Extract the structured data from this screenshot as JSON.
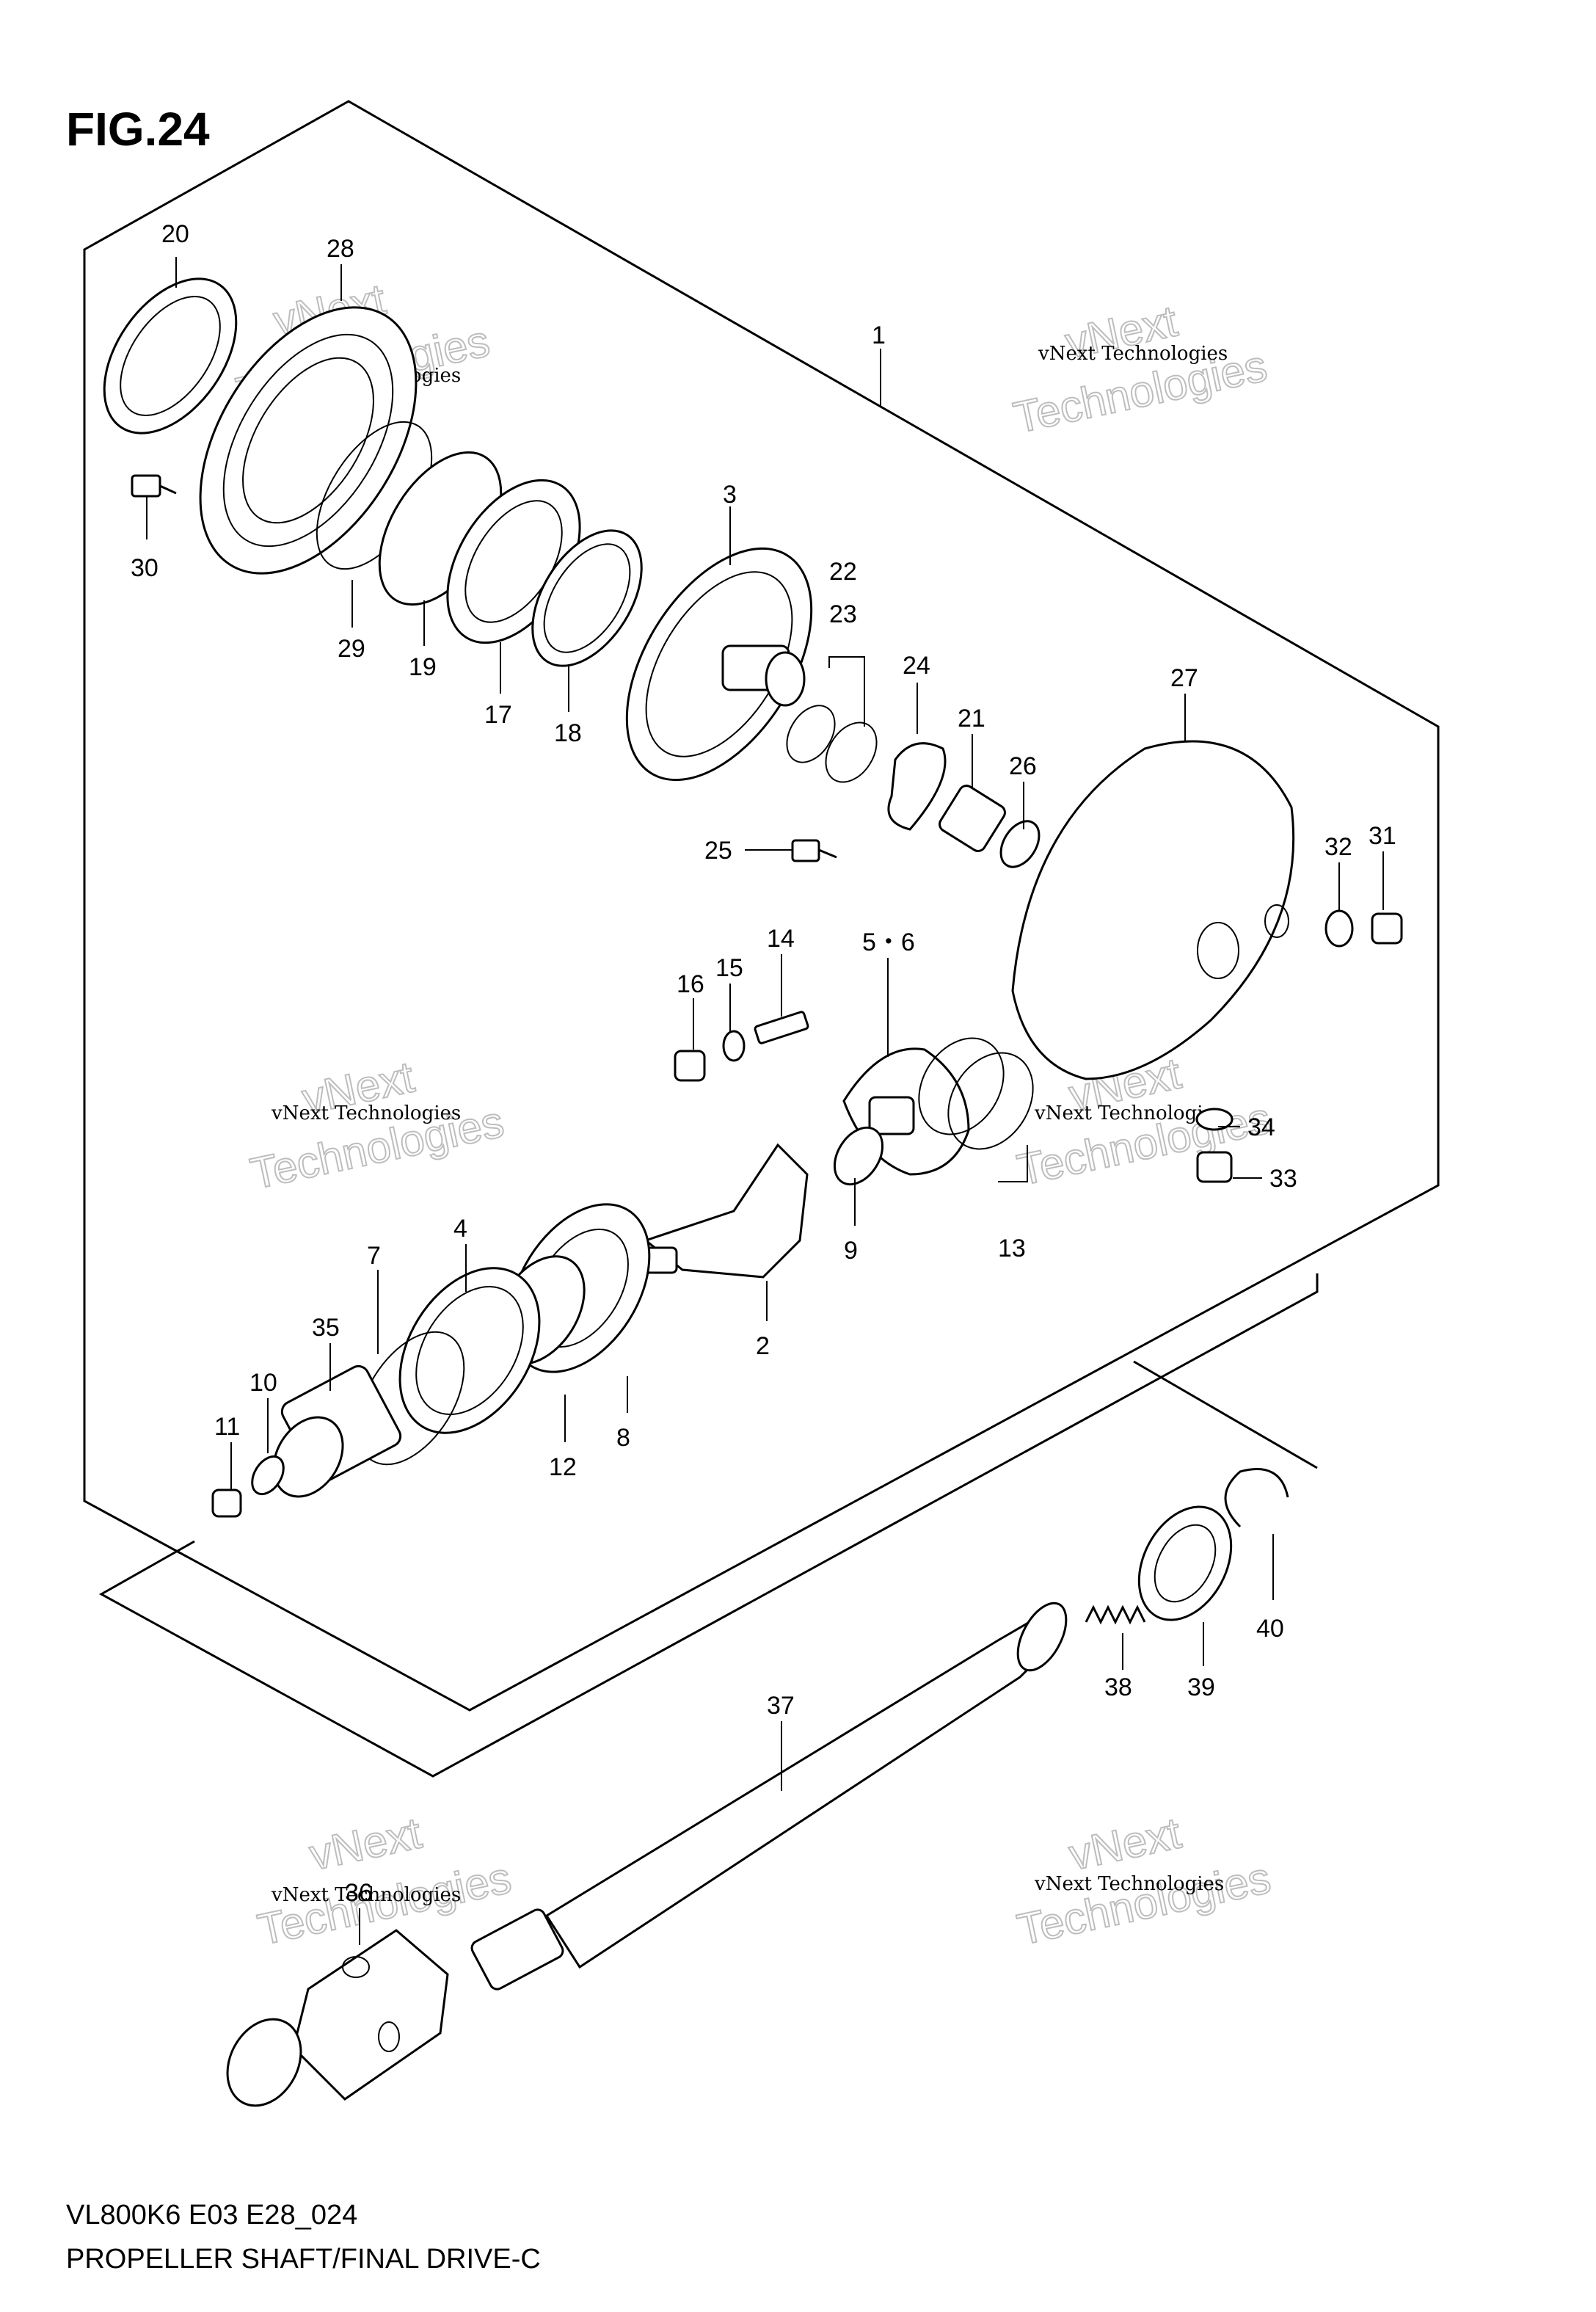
{
  "figure": {
    "title": "FIG.24",
    "footer_code": "VL800K6 E03 E28_024",
    "footer_title": "PROPELLER SHAFT/FINAL DRIVE-C"
  },
  "watermark": {
    "line1": "vNext Technologies",
    "line2": "vNext",
    "line3": "Technologies"
  },
  "callouts": {
    "c1": "1",
    "c2": "2",
    "c3": "3",
    "c4": "4",
    "c56": "5・6",
    "c7": "7",
    "c8": "8",
    "c9": "9",
    "c10": "10",
    "c11": "11",
    "c12": "12",
    "c13": "13",
    "c14": "14",
    "c15": "15",
    "c16": "16",
    "c17": "17",
    "c18": "18",
    "c19": "19",
    "c20": "20",
    "c21": "21",
    "c22": "22",
    "c23": "23",
    "c24": "24",
    "c25": "25",
    "c26": "26",
    "c27": "27",
    "c28": "28",
    "c29": "29",
    "c30": "30",
    "c31": "31",
    "c32": "32",
    "c33": "33",
    "c34": "34",
    "c35": "35",
    "c36": "36",
    "c37": "37",
    "c38": "38",
    "c39": "39",
    "c40": "40"
  }
}
